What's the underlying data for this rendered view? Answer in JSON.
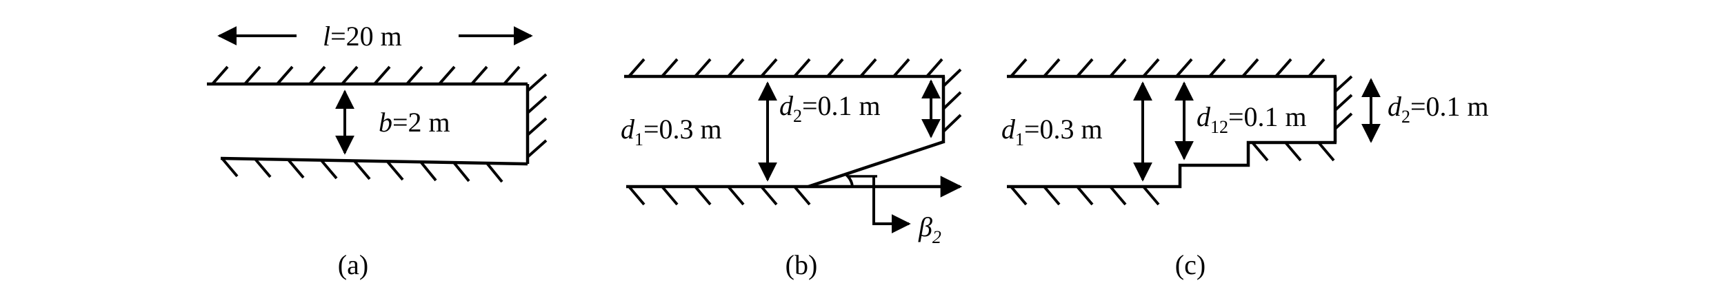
{
  "panels": {
    "a": {
      "caption": "(a)",
      "length_symbol": "l",
      "length_value": "=20 m",
      "width_symbol": "b",
      "width_value": "=2 m"
    },
    "b": {
      "caption": "(b)",
      "d1_symbol": "d",
      "d1_sub": "1",
      "d1_value": "=0.3 m",
      "d2_symbol": "d",
      "d2_sub": "2",
      "d2_value": "=0.1 m",
      "angle_symbol": "β",
      "angle_sub": "2"
    },
    "c": {
      "caption": "(c)",
      "d1_symbol": "d",
      "d1_sub": "1",
      "d1_value": "=0.3 m",
      "d12_symbol": "d",
      "d12_sub": "12",
      "d12_value": "=0.1 m",
      "d2_symbol": "d",
      "d2_sub": "2",
      "d2_value": "=0.1 m"
    }
  }
}
